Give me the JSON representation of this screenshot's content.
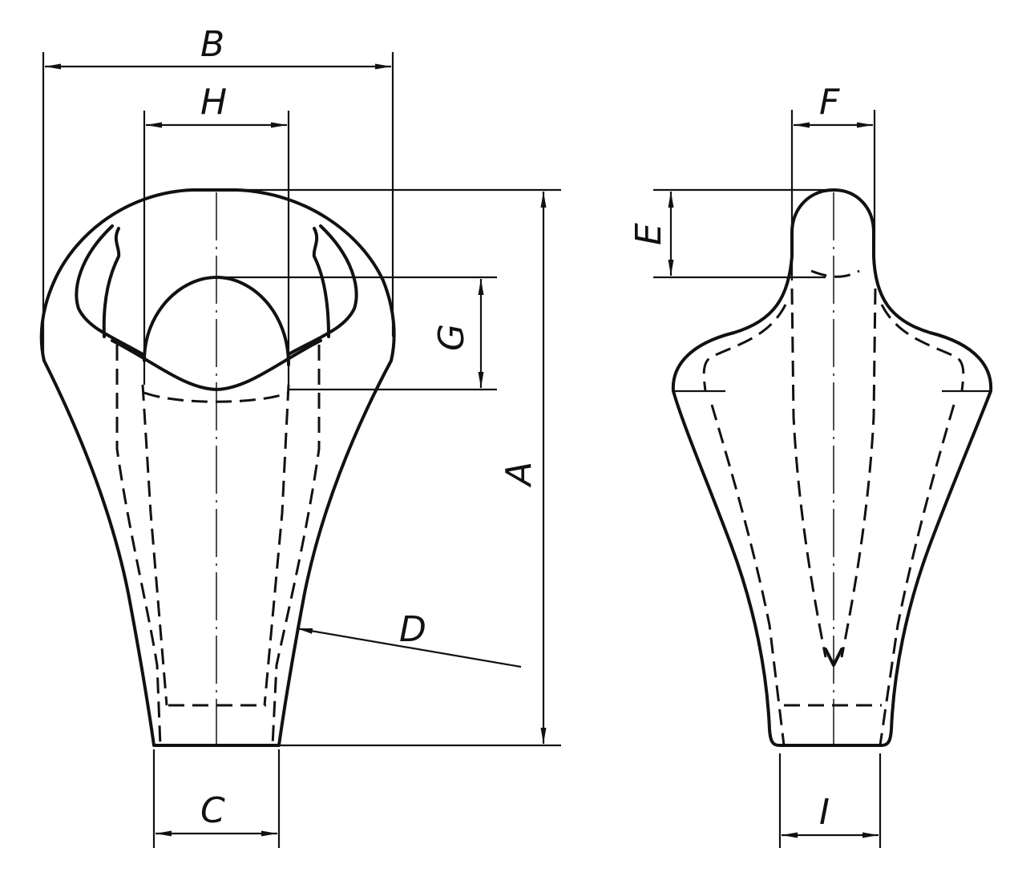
{
  "figure": {
    "type": "technical-drawing",
    "subject": "tapered knob / handle, front view and side view",
    "line_color": "#111111",
    "background": "#ffffff"
  },
  "views": {
    "front": {
      "name": "front view",
      "dimensions": {
        "A": "A",
        "B": "B",
        "C": "C",
        "D": "D",
        "G": "G",
        "H": "H"
      }
    },
    "side": {
      "name": "side view",
      "dimensions": {
        "E": "E",
        "F": "F",
        "I": "I"
      }
    }
  }
}
